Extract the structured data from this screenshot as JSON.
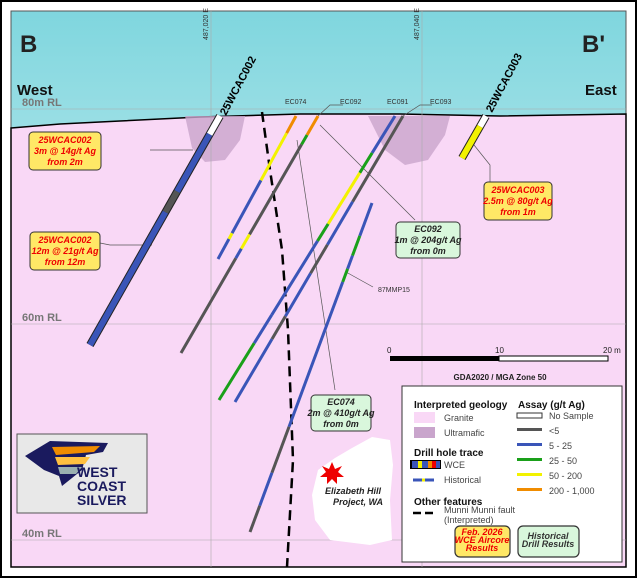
{
  "section": {
    "left_label": "B",
    "right_label": "B'",
    "west": "West",
    "east": "East",
    "rl_labels": [
      "80m RL",
      "60m RL",
      "40m RL"
    ],
    "eastings": [
      "487,020 E",
      "487,040 E"
    ]
  },
  "holes": {
    "wcac002": "25WCAC002",
    "wcac003": "25WCAC003",
    "ec074": "EC074",
    "ec092": "EC092",
    "ec091": "EC091",
    "ec093": "EC093",
    "mmp15": "87MMP15"
  },
  "callouts": [
    {
      "hole": "25WCAC002",
      "l2": "3m @ 14g/t Ag",
      "l3": "from 2m",
      "type": "WCE"
    },
    {
      "hole": "25WCAC002",
      "l2": "12m @ 21g/t Ag",
      "l3": "from 12m",
      "type": "WCE"
    },
    {
      "hole": "25WCAC003",
      "l2": "2.5m @ 80g/t Ag",
      "l3": "from 1m",
      "type": "WCE"
    },
    {
      "hole": "EC092",
      "l2": "1m @ 204g/t Ag",
      "l3": "from 0m",
      "type": "Historical"
    },
    {
      "hole": "EC074",
      "l2": "2m @ 410g/t Ag",
      "l3": "from 0m",
      "type": "Historical"
    }
  ],
  "scale": {
    "ticks": [
      "0",
      "10",
      "20 m"
    ],
    "crs": "GDA2020 / MGA Zone 50"
  },
  "location": {
    "l1": "Elizabeth Hill",
    "l2": "Project, WA"
  },
  "logo": {
    "l1": "WEST",
    "l2": "COAST",
    "l3": "SILVER"
  },
  "legend": {
    "geology_title": "Interpreted geology",
    "granite": "Granite",
    "ultramafic": "Ultramafic",
    "trace_title": "Drill hole trace",
    "wce": "WCE",
    "historical": "Historical",
    "other_title": "Other features",
    "fault1": "Munni Munni fault",
    "fault2": "(Interpreted)",
    "assay_title": "Assay (g/t Ag)",
    "assay": [
      {
        "label": "No Sample",
        "color": "#ffffff"
      },
      {
        "label": "<5",
        "color": "#555555"
      },
      {
        "label": "5 - 25",
        "color": "#3a55b8"
      },
      {
        "label": "25 - 50",
        "color": "#1aa01a"
      },
      {
        "label": "50 - 200",
        "color": "#f2f200"
      },
      {
        "label": "200 - 1,000",
        "color": "#f08c00"
      }
    ],
    "wce_badge": [
      "Feb. 2026",
      "WCE Aircore",
      "Results"
    ],
    "hist_badge": [
      "Historical",
      "Drill Results"
    ]
  },
  "colors": {
    "granite": "#f9d8f6",
    "ultramafic": "#c9a5cc",
    "sky_top": "#7fd6de",
    "wce_box": "#ffe866",
    "hist_box": "#d9f7dc"
  }
}
